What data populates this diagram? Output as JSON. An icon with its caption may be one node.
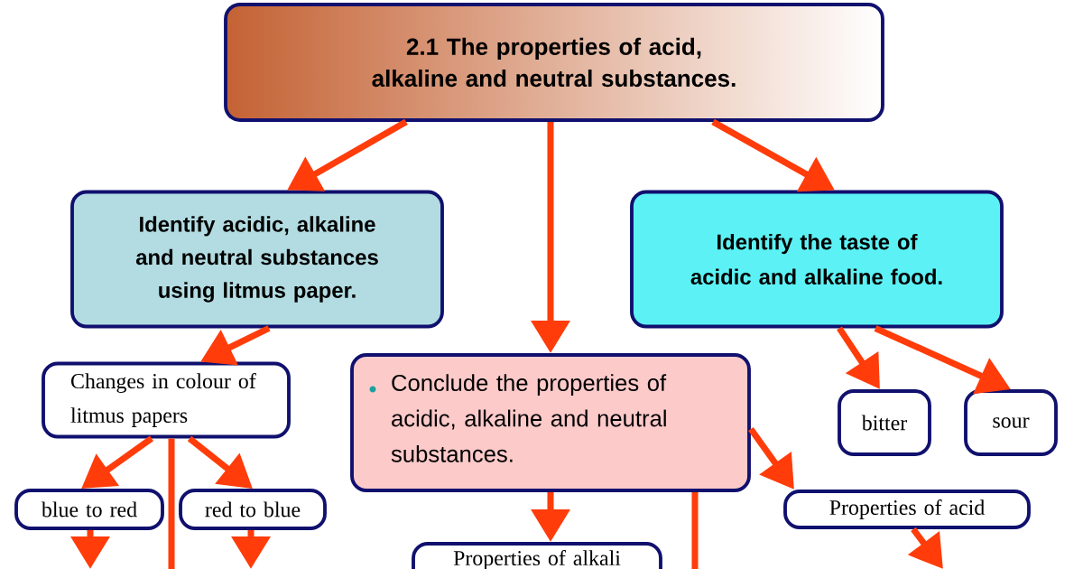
{
  "diagram": {
    "nodes": [
      {
        "text": [
          "2.1 The properties of  acid, alkaline and neutral substances."
        ]
      },
      {
        "text": [
          "Identify acidic, alkaline and neutral substances using litmus paper."
        ]
      },
      {
        "text": [
          "Identify the taste of acidic and alkaline food."
        ]
      },
      {
        "text": [
          "Changes in colour of litmus papers"
        ]
      },
      {
        "text": [
          "Conclude the properties of acidic, alkaline and neutral substances."
        ]
      },
      {
        "text": [
          "bitter"
        ]
      },
      {
        "text": [
          "sour"
        ]
      },
      {
        "text": [
          "blue to red"
        ]
      },
      {
        "text": [
          "red to blue"
        ]
      },
      {
        "text": [
          "Properties of acid"
        ]
      },
      {
        "text": [
          "Properties of alkali"
        ]
      }
    ],
    "edges": [
      {
        "from": 0,
        "to": 1,
        "arrow": "to"
      },
      {
        "from": 0,
        "to": 4,
        "arrow": "to"
      },
      {
        "from": 0,
        "to": 2,
        "arrow": "to"
      },
      {
        "from": 1,
        "to": 3,
        "arrow": "to"
      },
      {
        "from": 2,
        "to": 5,
        "arrow": "to"
      },
      {
        "from": 2,
        "to": 6,
        "arrow": "to"
      },
      {
        "from": 3,
        "to": 7,
        "arrow": "to"
      },
      {
        "from": 3,
        "to": 8,
        "arrow": "to"
      },
      {
        "from": 3,
        "to": null,
        "arrow": "none"
      },
      {
        "from": 7,
        "to": null,
        "arrow": "to"
      },
      {
        "from": 8,
        "to": null,
        "arrow": "to"
      },
      {
        "from": 4,
        "to": 10,
        "arrow": "to"
      },
      {
        "from": 4,
        "to": null,
        "arrow": "none"
      },
      {
        "from": 4,
        "to": 9,
        "arrow": "to"
      },
      {
        "from": 9,
        "to": null,
        "arrow": "to"
      }
    ]
  }
}
